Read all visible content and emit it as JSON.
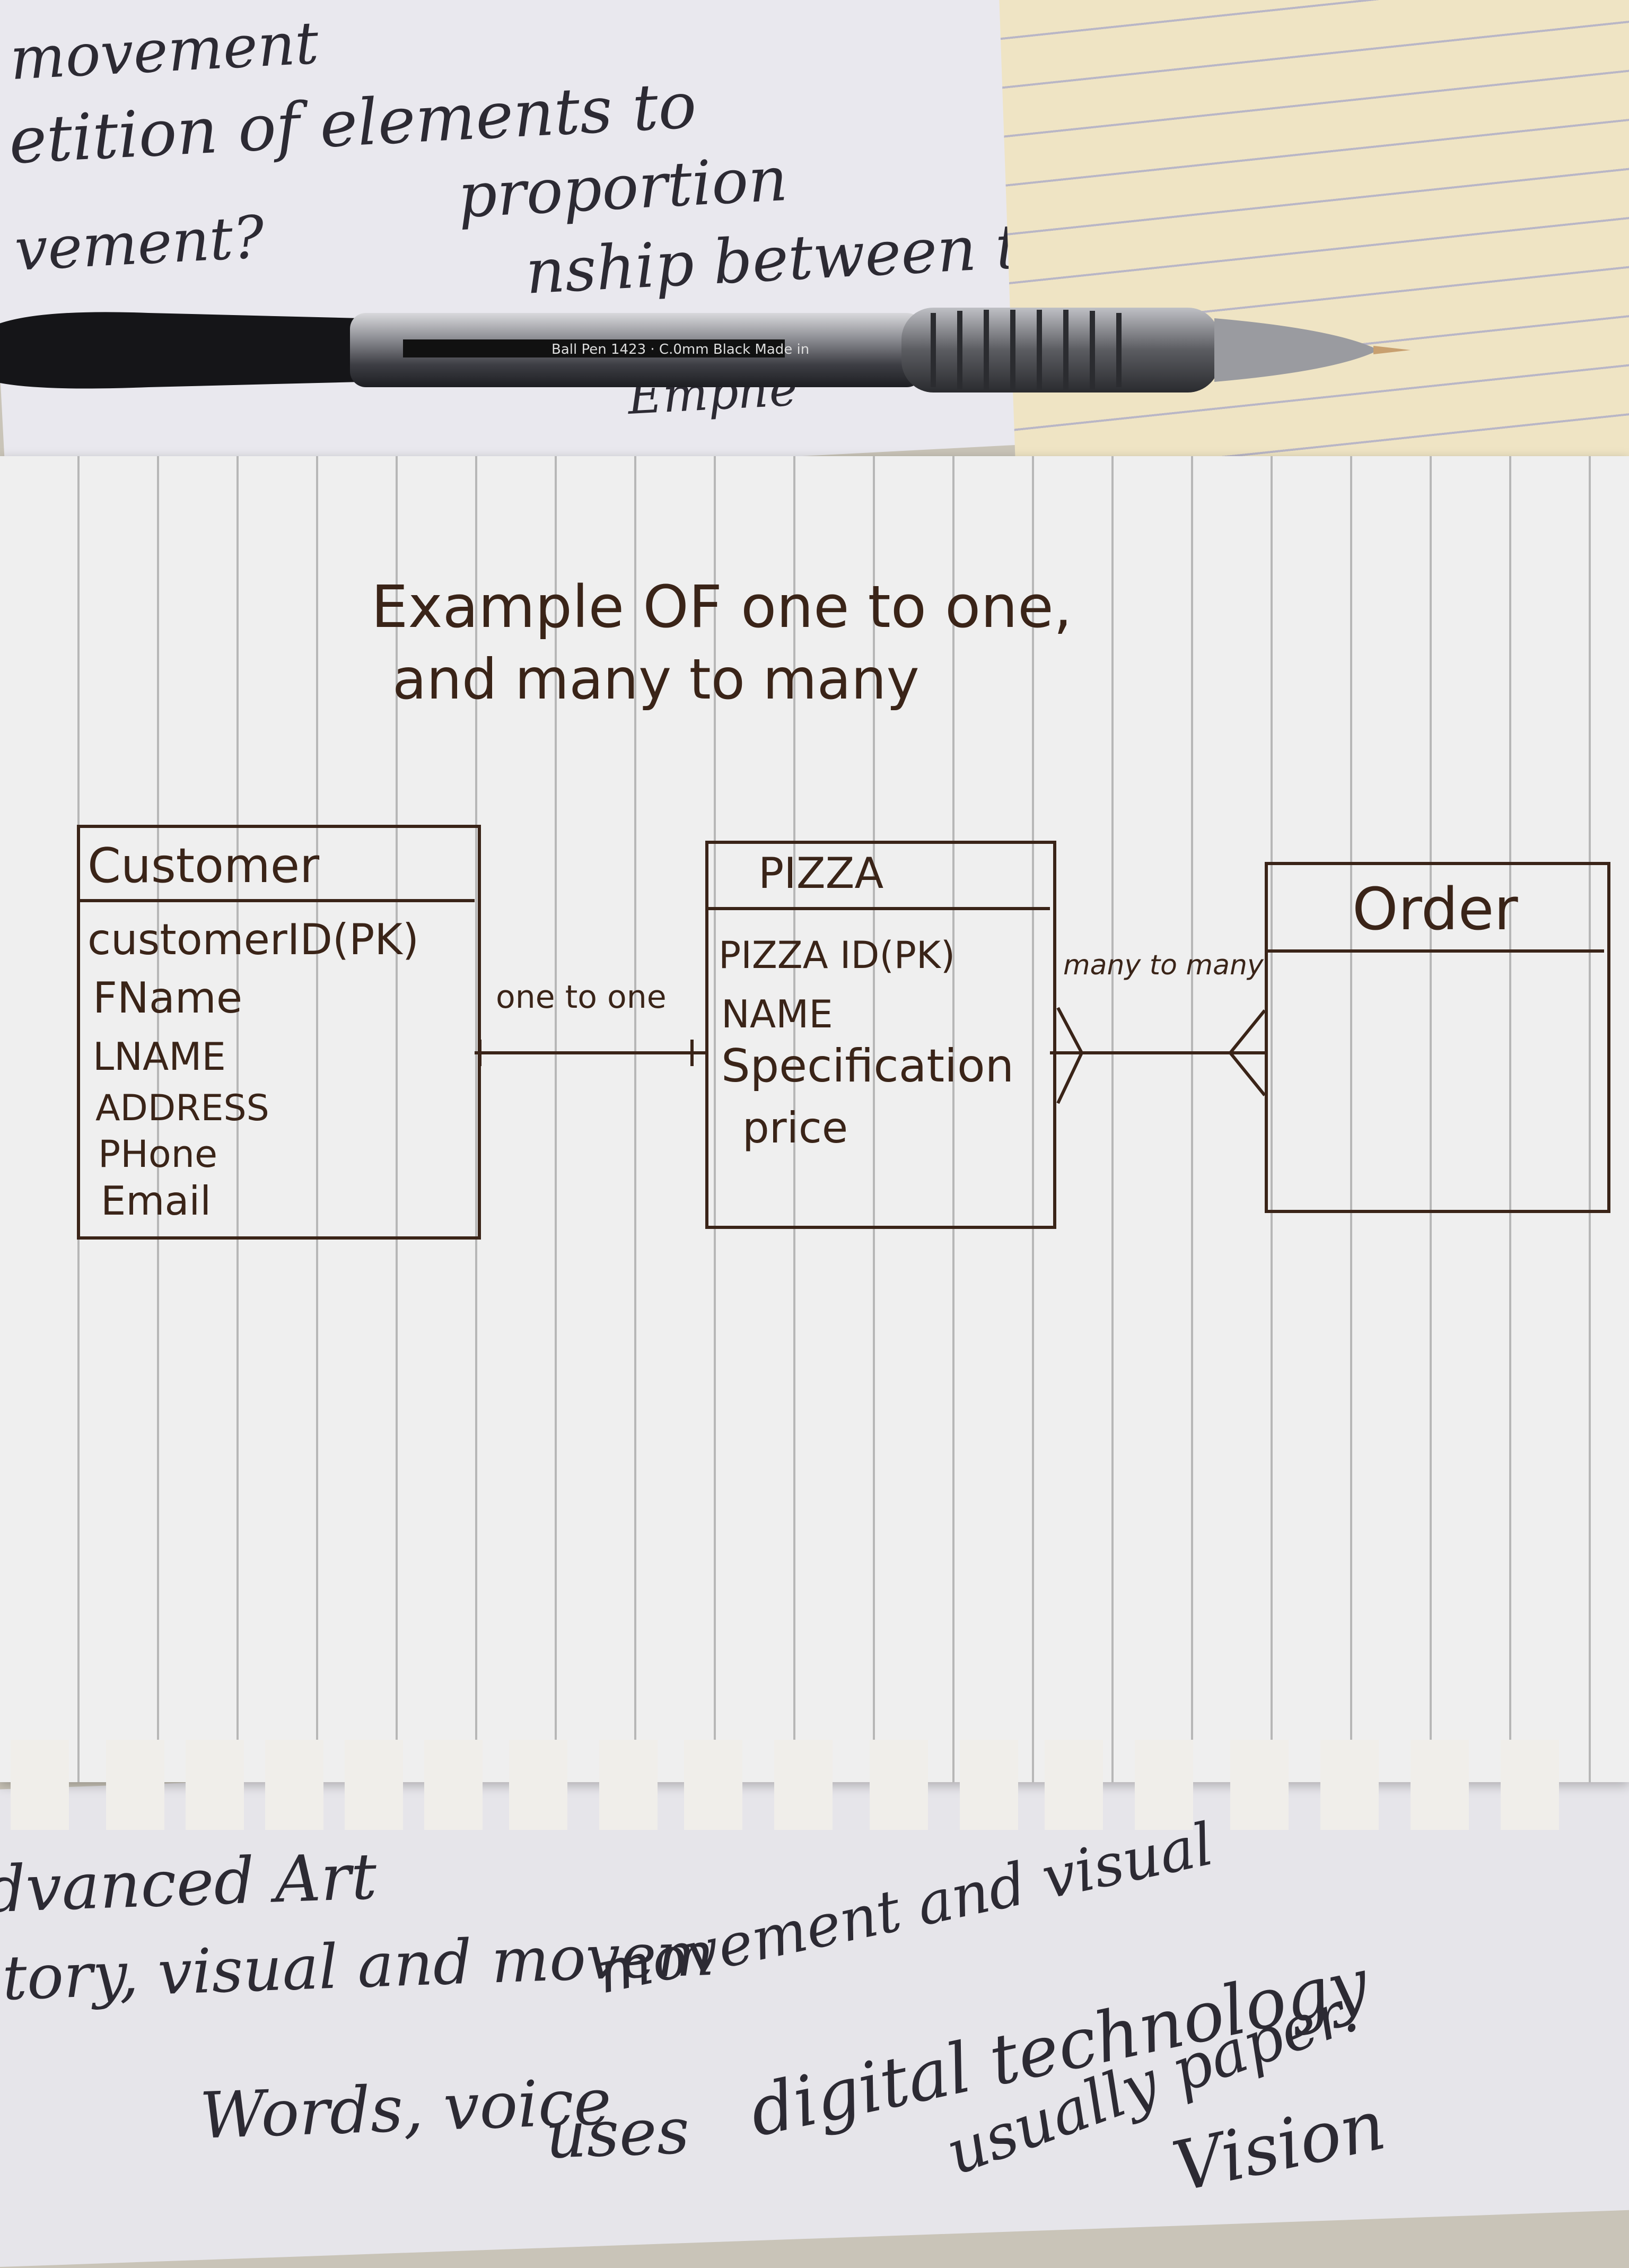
{
  "background_notes": {
    "top_lines": [
      "movement",
      "etition of elements to",
      "vement?",
      "proportion",
      "nship between the",
      "Emphe"
    ],
    "bottom_lines": [
      "dvanced Art",
      "itory, visual and movem",
      "movement and visual",
      "Words, voice",
      "digital technology",
      "uses",
      "usually paper.",
      "Vision"
    ]
  },
  "pen": {
    "text": "Ball Pen 1423 · C.0mm  Black  Made in"
  },
  "diagram": {
    "title_line1": "Example OF one to one,",
    "title_line2": "and many to many",
    "customer": {
      "title": "Customer",
      "fields": [
        "customerID(PK)",
        "FName",
        "LNAME",
        "ADDRESS",
        "PHone",
        "Email"
      ]
    },
    "pizza": {
      "title": "PIZZA",
      "fields": [
        "PIZZA ID(PK)",
        "NAME",
        "Specification",
        "price"
      ]
    },
    "order": {
      "title": "Order",
      "fields": []
    },
    "rel_customer_pizza": "one to one",
    "rel_pizza_order": "many to many"
  }
}
